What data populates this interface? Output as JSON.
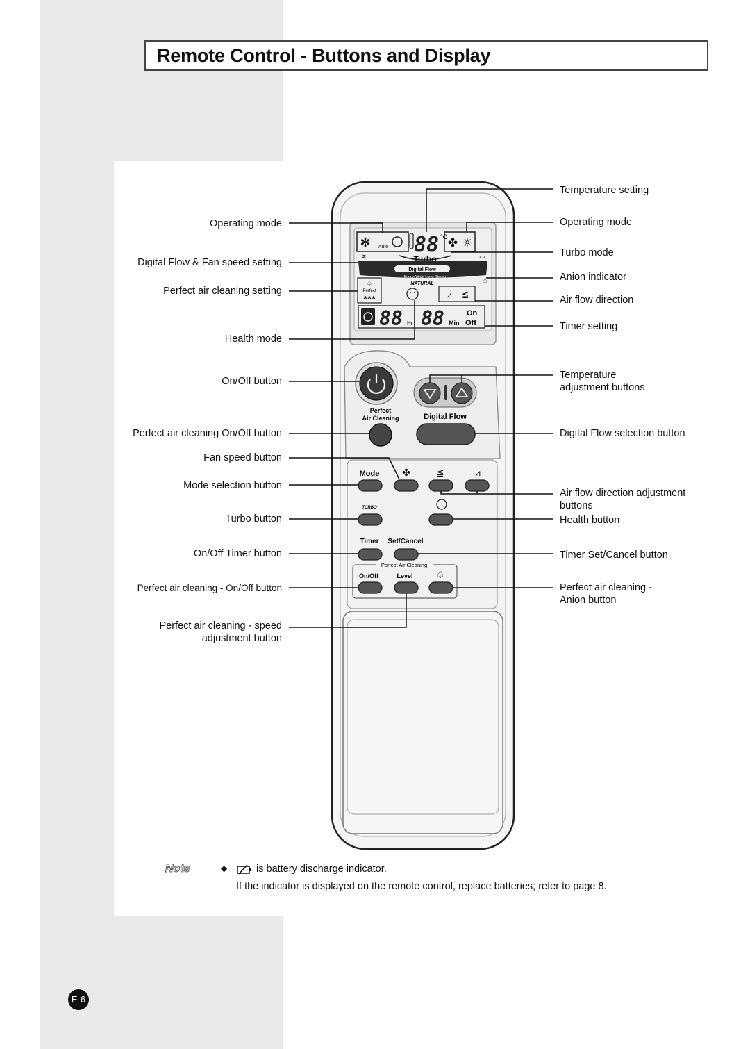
{
  "title": "Remote Control - Buttons and Display",
  "labels_left": [
    {
      "id": "operating-mode-left",
      "text": "Operating mode"
    },
    {
      "id": "digital-flow-fan",
      "text": "Digital Flow & Fan speed setting"
    },
    {
      "id": "perfect-air-cleaning-setting",
      "text": "Perfect air cleaning setting"
    },
    {
      "id": "health-mode",
      "text": "Health mode"
    },
    {
      "id": "onoff-button",
      "text": "On/Off button"
    },
    {
      "id": "pac-onoff-button",
      "text": "Perfect air cleaning On/Off button"
    },
    {
      "id": "fan-speed-button",
      "text": "Fan speed button"
    },
    {
      "id": "mode-selection-button",
      "text": "Mode selection button"
    },
    {
      "id": "turbo-button",
      "text": "Turbo button"
    },
    {
      "id": "onoff-timer-button",
      "text": "On/Off Timer button"
    },
    {
      "id": "pac-onoff-button-2",
      "text": "Perfect air cleaning - On/Off button"
    },
    {
      "id": "pac-speed-button",
      "text": "Perfect air cleaning - speed\nadjustment button"
    }
  ],
  "labels_right": [
    {
      "id": "temperature-setting",
      "text": "Temperature setting"
    },
    {
      "id": "operating-mode-right",
      "text": "Operating mode"
    },
    {
      "id": "turbo-mode",
      "text": "Turbo mode"
    },
    {
      "id": "anion-indicator",
      "text": "Anion indicator"
    },
    {
      "id": "air-flow-direction",
      "text": "Air flow direction"
    },
    {
      "id": "timer-setting",
      "text": "Timer setting"
    },
    {
      "id": "temperature-adjustment",
      "text": "Temperature\nadjustment buttons"
    },
    {
      "id": "digital-flow-selection",
      "text": "Digital Flow selection button"
    },
    {
      "id": "air-flow-adjustment",
      "text": "Air flow direction adjustment\nbuttons"
    },
    {
      "id": "health-button",
      "text": "Health button"
    },
    {
      "id": "timer-set-cancel",
      "text": "Timer Set/Cancel button"
    },
    {
      "id": "pac-anion-button",
      "text": "Perfect air cleaning -\nAnion button"
    }
  ],
  "remote": {
    "display_temp": "88",
    "display_unit": "°C",
    "auto_label": "Auto",
    "turbo_label": "Turbo",
    "digital_flow_label": "Digital Flow",
    "flow_modes": "Focus Wide Long Stereo",
    "natural_label": "NATURAL",
    "perfect_label": "Perfect",
    "timer_hours": "88",
    "hr_label": "Hr",
    "timer_mins": "88",
    "min_label": "Min",
    "on_label": "On",
    "off_label": "Off",
    "pac_button_label": "Perfect\nAir Cleaning",
    "digital_flow_button_label": "Digital Flow",
    "mode_label": "Mode",
    "turbo_small": "TURBO",
    "timer_label": "Timer",
    "set_cancel_label": "Set/Cancel",
    "pac_group_label": "Perfect Air Cleaning",
    "onoff_label": "On/Off",
    "level_label": "Level"
  },
  "note": {
    "word": "Note",
    "line1": "is battery discharge indicator.",
    "line2": "If the indicator is displayed on the remote control, replace batteries; refer to page 8."
  },
  "page_number": "E-6"
}
